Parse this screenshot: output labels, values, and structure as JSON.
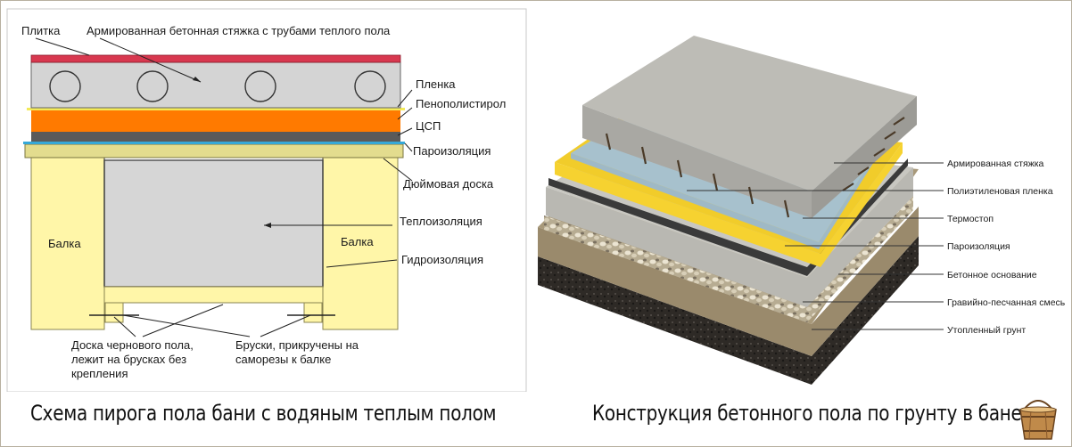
{
  "left_diagram": {
    "labels": {
      "tile": "Плитка",
      "screed": "Армированная бетонная стяжка с трубами теплого пола",
      "film": "Пленка",
      "polystyrene": "Пенополистирол",
      "dsp": "ЦСП",
      "vapor": "Пароизоляция",
      "board": "Дюймовая доска",
      "insulation": "Теплоизоляция",
      "beam_left": "Балка",
      "beam_right": "Балка",
      "waterproof": "Гидроизоляция",
      "subfloor_1": "Доска чернового пола,",
      "subfloor_2": "лежит на брусках без",
      "subfloor_3": "крепления",
      "bars_1": "Бруски, прикручены на",
      "bars_2": "саморезы к балке"
    },
    "colors": {
      "tile": "#d8384f",
      "screed": "#d4d4d4",
      "polystyrene": "#ff7a00",
      "dsp": "#5a5a5a",
      "vapor": "#35a8d8",
      "wood": "#fff6a8",
      "insulation": "#d6d6d6"
    },
    "caption": "Схема пирога пола бани с водяным теплым полом"
  },
  "right_diagram": {
    "labels": {
      "screed": "Армированная стяжка",
      "poly_film": "Полиэтиленовая пленка",
      "thermostop": "Термостоп",
      "vapor": "Пароизоляция",
      "base": "Бетонное основание",
      "gravel": "Гравийно-песчанная смесь",
      "soil": "Утопленный грунт"
    },
    "colors": {
      "concrete": "#bdbcb6",
      "yellow": "#f6d230",
      "blue": "#9fb9c6",
      "dark": "#3a3a3a",
      "gravel": "#c9bfa8",
      "sand": "#9a8a6c",
      "soil": "#2e2a26"
    },
    "caption": "Конструкция бетонного пола по грунту в бане"
  },
  "logo": {
    "name": "bucket-logo-icon"
  }
}
